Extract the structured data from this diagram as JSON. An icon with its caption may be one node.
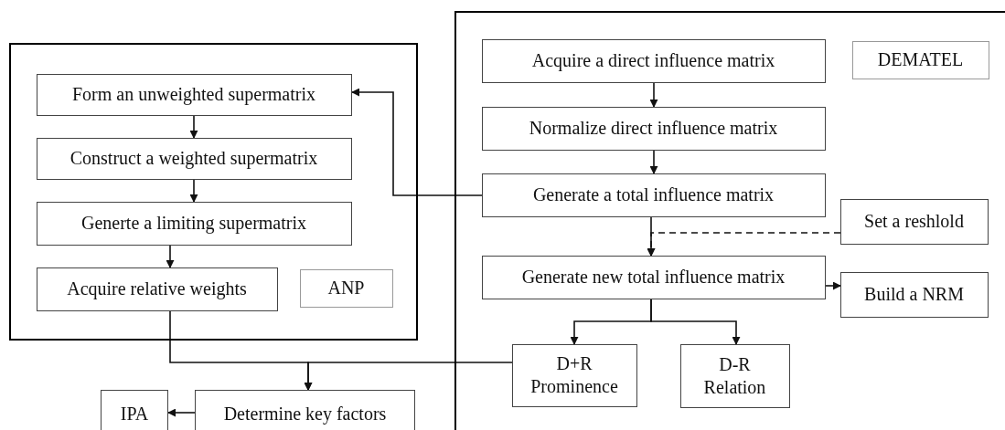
{
  "diagram": {
    "nodes": [
      {
        "text": [],
        "shape": "box"
      },
      {
        "text": [
          "Form an unweighted supermatrix"
        ],
        "in": 0
      },
      {
        "text": [
          "Construct a weighted supermatrix"
        ],
        "in": 0
      },
      {
        "text": [
          "Generte a limiting supermatrix"
        ],
        "in": 0
      },
      {
        "text": [
          "Acquire relative weights"
        ],
        "in": 0
      },
      {
        "text": [
          "ANP"
        ],
        "in": 0
      },
      {
        "text": [],
        "shape": "box"
      },
      {
        "text": [
          "Acquire a direct influence matrix"
        ],
        "in": 6
      },
      {
        "text": [
          "DEMATEL"
        ],
        "in": 6
      },
      {
        "text": [
          "Normalize direct influence matrix"
        ],
        "in": 6
      },
      {
        "text": [
          "Generate a total influence matrix"
        ],
        "in": 6
      },
      {
        "text": [
          "Set a reshlold"
        ],
        "in": 6
      },
      {
        "text": [
          "Generate new total influence matrix"
        ],
        "in": 6
      },
      {
        "text": [
          "Build a NRM"
        ],
        "in": 6
      },
      {
        "text": [
          "D+R",
          "Prominence"
        ],
        "in": 6
      },
      {
        "text": [
          "D-R",
          "Relation"
        ],
        "in": 6
      },
      {
        "text": [
          "IPA"
        ]
      },
      {
        "text": [
          "Determine key factors"
        ]
      }
    ],
    "edges": [
      {
        "from": 1,
        "to": 2,
        "arrow": "to"
      },
      {
        "from": 2,
        "to": 3,
        "arrow": "to"
      },
      {
        "from": 3,
        "to": 4,
        "arrow": "to"
      },
      {
        "from": 10,
        "to": 1,
        "arrow": "to"
      },
      {
        "from": 7,
        "to": 9,
        "arrow": "to"
      },
      {
        "from": 9,
        "to": 10,
        "arrow": "to"
      },
      {
        "from": 10,
        "to": 12,
        "arrow": "to"
      },
      {
        "from": 11,
        "to": 12,
        "arrow": "to",
        "style": "dashed"
      },
      {
        "from": 12,
        "to": 13,
        "arrow": "to"
      },
      {
        "from": 12,
        "to": 14,
        "arrow": "to"
      },
      {
        "from": 12,
        "to": 15,
        "arrow": "to"
      },
      {
        "from": 4,
        "to": 17,
        "arrow": "to"
      },
      {
        "from": 14,
        "to": 17,
        "arrow": "to"
      },
      {
        "from": 17,
        "to": 16,
        "arrow": "to"
      }
    ]
  }
}
